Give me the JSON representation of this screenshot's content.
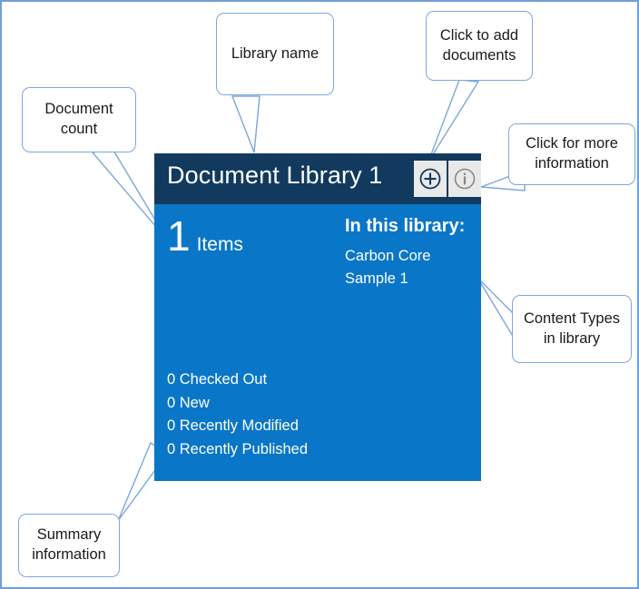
{
  "tile": {
    "title": "Document Library 1",
    "actions": [
      {
        "name": "add-documents-button",
        "icon": "plus-circle-icon",
        "label": "+"
      },
      {
        "name": "more-information-button",
        "icon": "info-circle-icon",
        "label": "i"
      }
    ],
    "count": {
      "number": "1",
      "label": "Items"
    },
    "library": {
      "heading": "In this library:",
      "items": [
        "Carbon Core Sample 1"
      ]
    },
    "summary": [
      "0 Checked Out",
      "0 New",
      "0 Recently Modified",
      "0 Recently Published"
    ]
  },
  "callouts": {
    "document_count": "Document count",
    "library_name": "Library name",
    "add_documents": "Click to add documents",
    "more_information": "Click for more information",
    "content_types": "Content Types in library",
    "summary_information": "Summary information"
  },
  "colors": {
    "header": "#123a5e",
    "body": "#0a76c8",
    "callout_border": "#7ba7dd",
    "icon_button_bg": "#e9e9e9",
    "canvas_border": "#6f9fd8"
  }
}
